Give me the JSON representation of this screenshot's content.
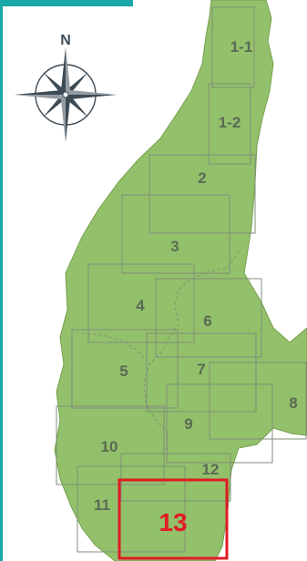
{
  "compass": {
    "north_label": "N",
    "icon": "compass-rose-icon"
  },
  "selected_sheet": "13",
  "sheets": [
    {
      "id": "1-1"
    },
    {
      "id": "1-2"
    },
    {
      "id": "2"
    },
    {
      "id": "3"
    },
    {
      "id": "4"
    },
    {
      "id": "5"
    },
    {
      "id": "6"
    },
    {
      "id": "7"
    },
    {
      "id": "8"
    },
    {
      "id": "9"
    },
    {
      "id": "10"
    },
    {
      "id": "11"
    },
    {
      "id": "12"
    },
    {
      "id": "13"
    }
  ],
  "colors": {
    "land": "#93c06a",
    "land_border": "#76a04e",
    "grid_line": "#7f8f79",
    "label": "#5a6a55",
    "highlight": "#e01b24",
    "accent_teal": "#1aa8a8",
    "compass": "#3d4b55"
  }
}
